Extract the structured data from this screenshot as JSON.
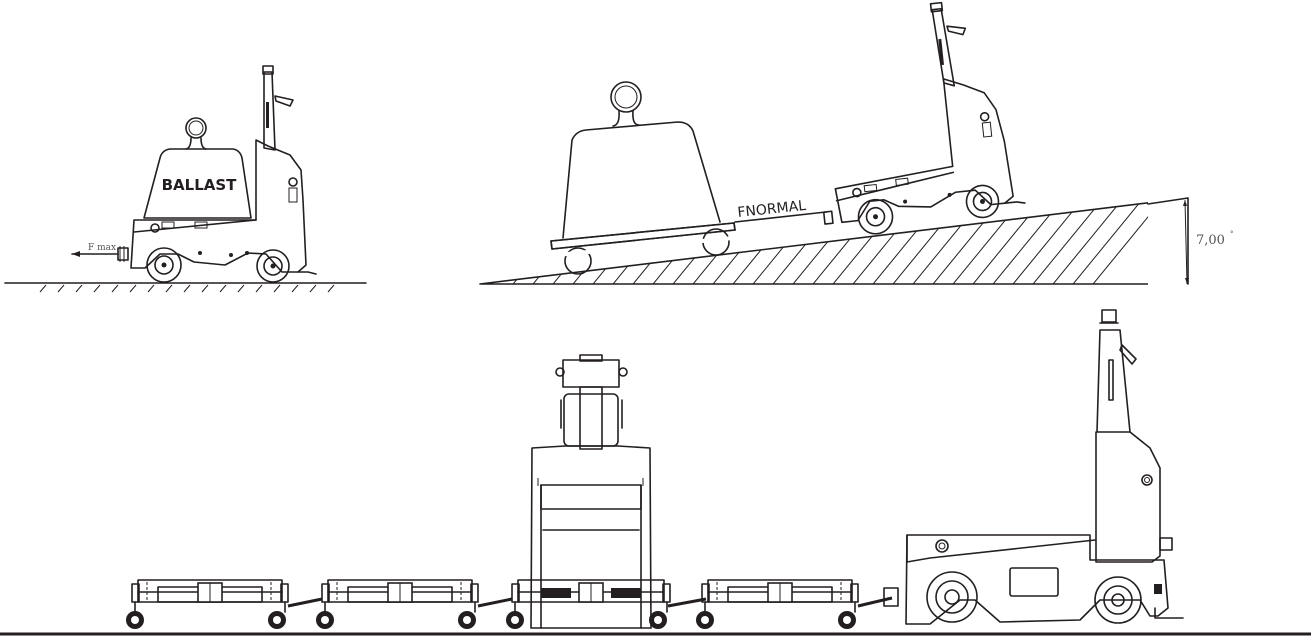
{
  "figure": {
    "panels": [
      {
        "id": "ballast-test",
        "description": "Tug on flat ground carrying a ballast weight, pulling force arrow",
        "labels": {
          "ballast": "BALLAST",
          "force": "F max"
        }
      },
      {
        "id": "incline-test",
        "description": "Tug on an inclined ramp pulling a weighted cart",
        "labels": {
          "force": "FNORMAL",
          "angle": "7,00",
          "angle_unit": "°"
        }
      },
      {
        "id": "train-side-view",
        "description": "Tug towing a train of four carts, one carrying a second tug",
        "cart_count": 4
      }
    ],
    "colors": {
      "line": "#231f20",
      "dimension_text": "#555555",
      "background": "#ffffff"
    }
  }
}
